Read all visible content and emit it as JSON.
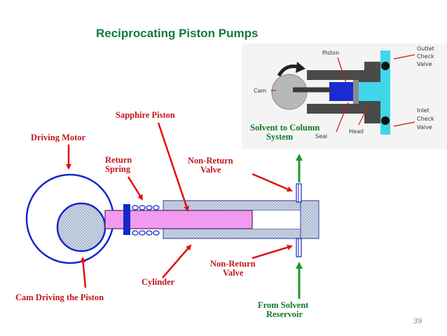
{
  "title": "Reciprocating Piston Pumps",
  "page_number": "39",
  "main_diagram": {
    "labels": {
      "driving_motor": "Driving Motor",
      "sapphire_piston": "Sapphire Piston",
      "return_spring_1": "Return",
      "return_spring_2": "Spring",
      "non_return_valve_top_1": "Non-Return",
      "non_return_valve_top_2": "Valve",
      "solvent_to_column_1": "Solvent to Column",
      "solvent_to_column_2": "System",
      "non_return_valve_bottom_1": "Non-Return",
      "non_return_valve_bottom_2": "Valve",
      "cylinder": "Cylinder",
      "cam_driving_piston": "Cam Driving the Piston",
      "from_solvent_1": "From Solvent",
      "from_solvent_2": "Reservoir"
    }
  },
  "inset_diagram": {
    "labels": {
      "piston": "Piston",
      "outlet_1": "Outlet",
      "outlet_2": "Check",
      "outlet_3": "Valve",
      "cam": "Cam",
      "inlet_1": "Inlet",
      "inlet_2": "Check",
      "inlet_3": "Valve",
      "head": "Head",
      "seal": "Seal"
    }
  },
  "colors": {
    "title": "#0d7d3b",
    "label_red": "#c0161c",
    "label_green": "#0f7a2a",
    "arrow_red": "#e01010",
    "arrow_green": "#1a9a2a",
    "piston_pink": "#f29af0",
    "motor_blue": "#1428c8"
  }
}
